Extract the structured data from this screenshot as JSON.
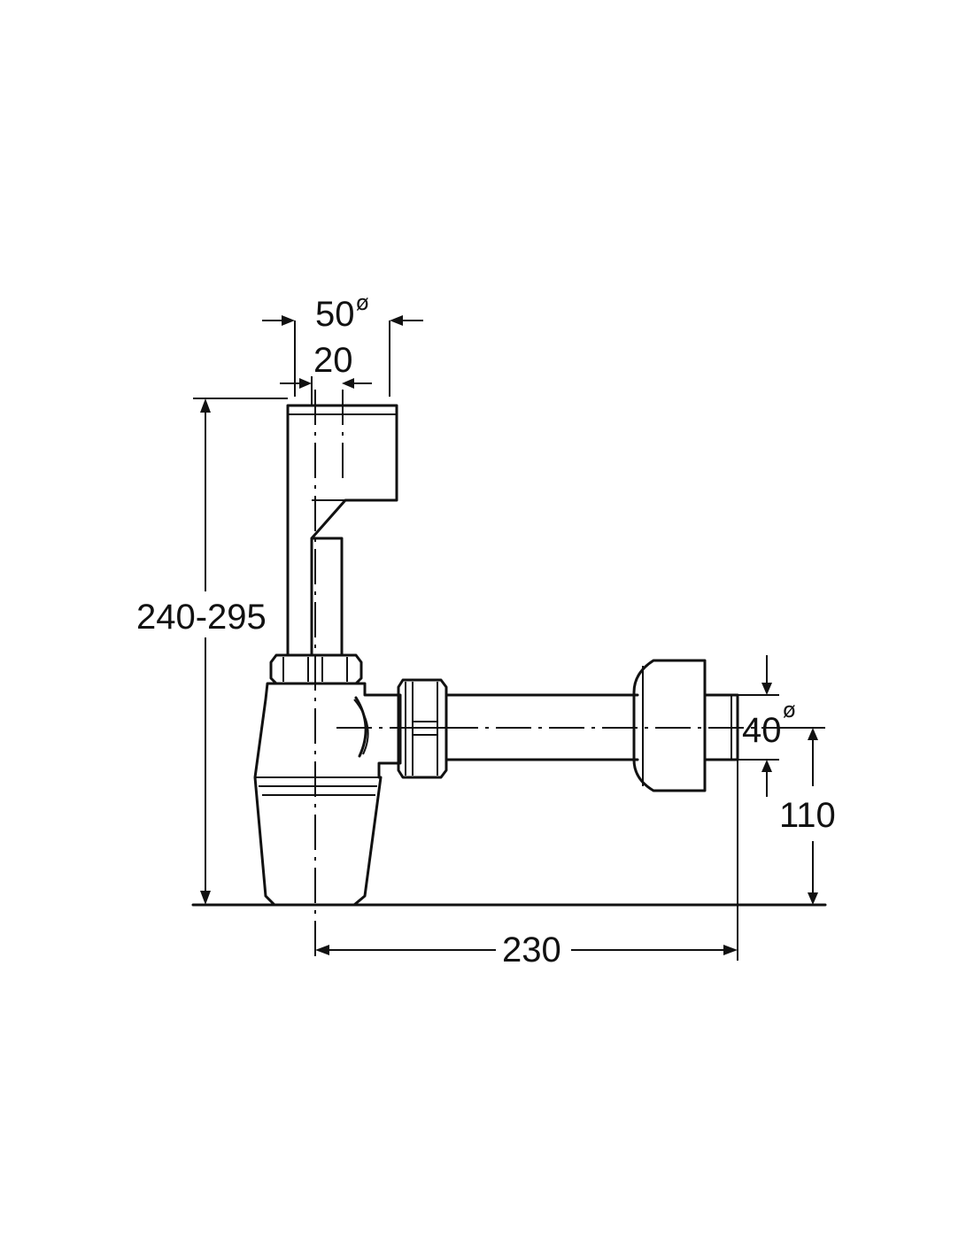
{
  "dimensions": {
    "outer_diameter_top": "50",
    "diameter_symbol": "ø",
    "inner_offset": "20",
    "height_range": "240-295",
    "outlet_diameter": "40",
    "outlet_height": "110",
    "horizontal_length": "230"
  }
}
